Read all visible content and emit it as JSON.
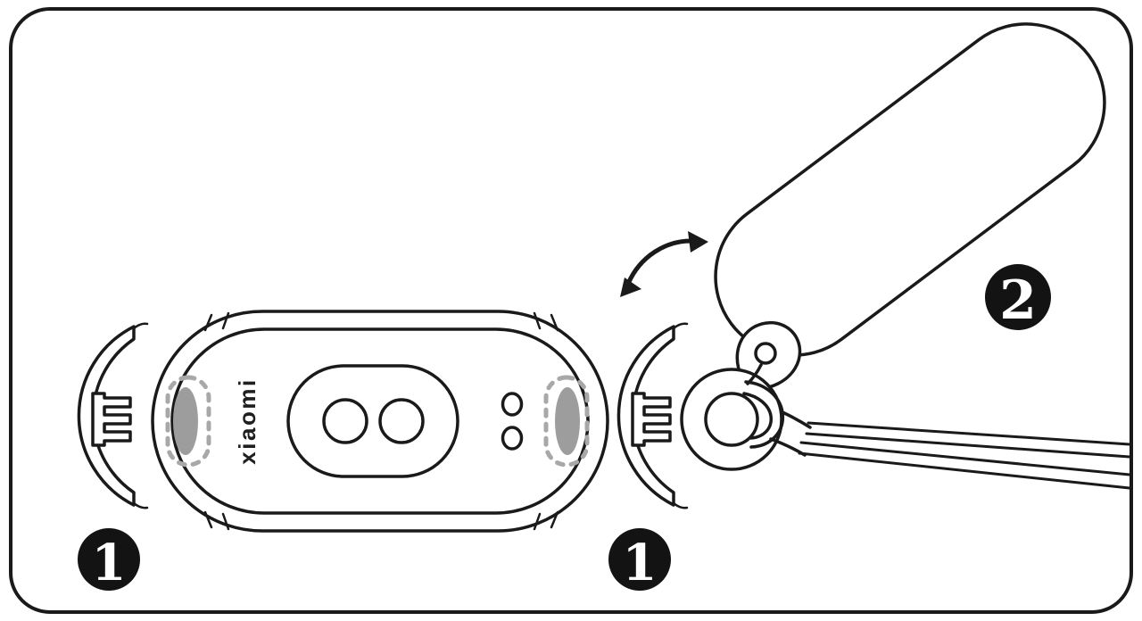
{
  "diagram": {
    "brand_text": "xiaomi",
    "badges": {
      "step1_left": "1",
      "step1_right": "1",
      "step2": "2"
    },
    "colors": {
      "outline": "#1a1a1a",
      "background": "#ffffff",
      "badge_bg": "#131313",
      "badge_text": "#ffffff",
      "button_gray": "#9d9d9d",
      "dash_gray": "#a8a8a8"
    },
    "icons": {
      "rotation_arrow": "curved-double-headed-arrow",
      "step_badge": "numbered-circle"
    }
  }
}
